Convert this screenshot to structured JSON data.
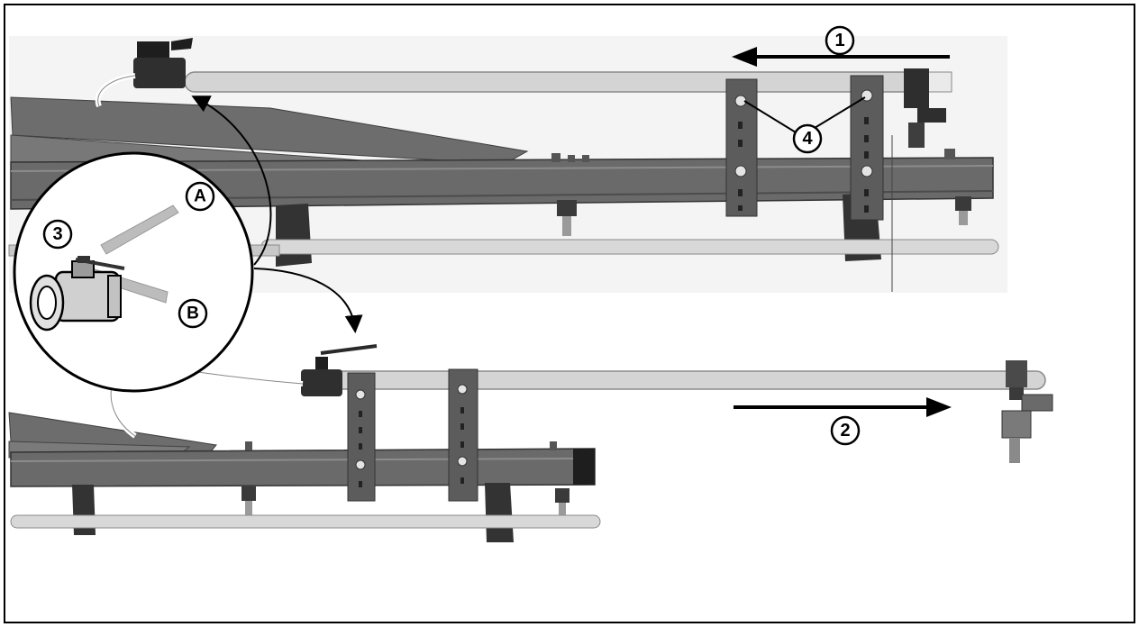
{
  "callouts": {
    "c1": "1",
    "c2": "2",
    "c3": "3",
    "c4": "4",
    "cA": "A",
    "cB": "B"
  },
  "colors": {
    "frame": "#000000",
    "photo_bg": "#f2f2f2",
    "boom_beam": "#6f6f6f",
    "boom_beam_dark": "#4a4a4a",
    "tube": "#d4d4d4",
    "tube_edge": "#8a8a8a",
    "bracket": "#5a5a5a",
    "handle": "#b8b8b8",
    "hose": "#ffffff"
  },
  "icons": {
    "arrow_1": "arrow-left-icon",
    "arrow_2": "arrow-right-icon",
    "valve": "ball-valve-icon",
    "nozzle": "nozzle-icon"
  }
}
